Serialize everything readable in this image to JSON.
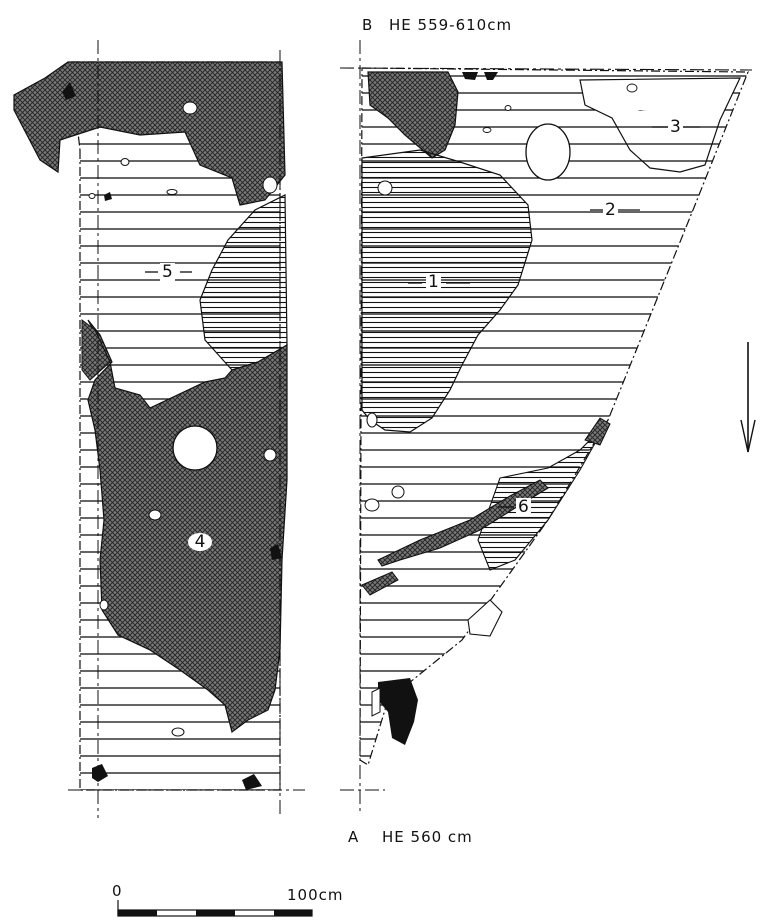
{
  "section_b": {
    "letter": "B",
    "label": "HE 559-610cm"
  },
  "section_a": {
    "letter": "A",
    "label": "HE 560 cm"
  },
  "layers": {
    "layer1": "1",
    "layer2": "2",
    "layer3": "3",
    "layer4": "4",
    "layer5": "5",
    "layer6": "6"
  },
  "scale_bar": {
    "start": "0",
    "end": "100cm"
  },
  "icons": {
    "north_arrow": "arrow-down-icon"
  },
  "colors": {
    "ink": "#111111",
    "paper": "#ffffff"
  }
}
